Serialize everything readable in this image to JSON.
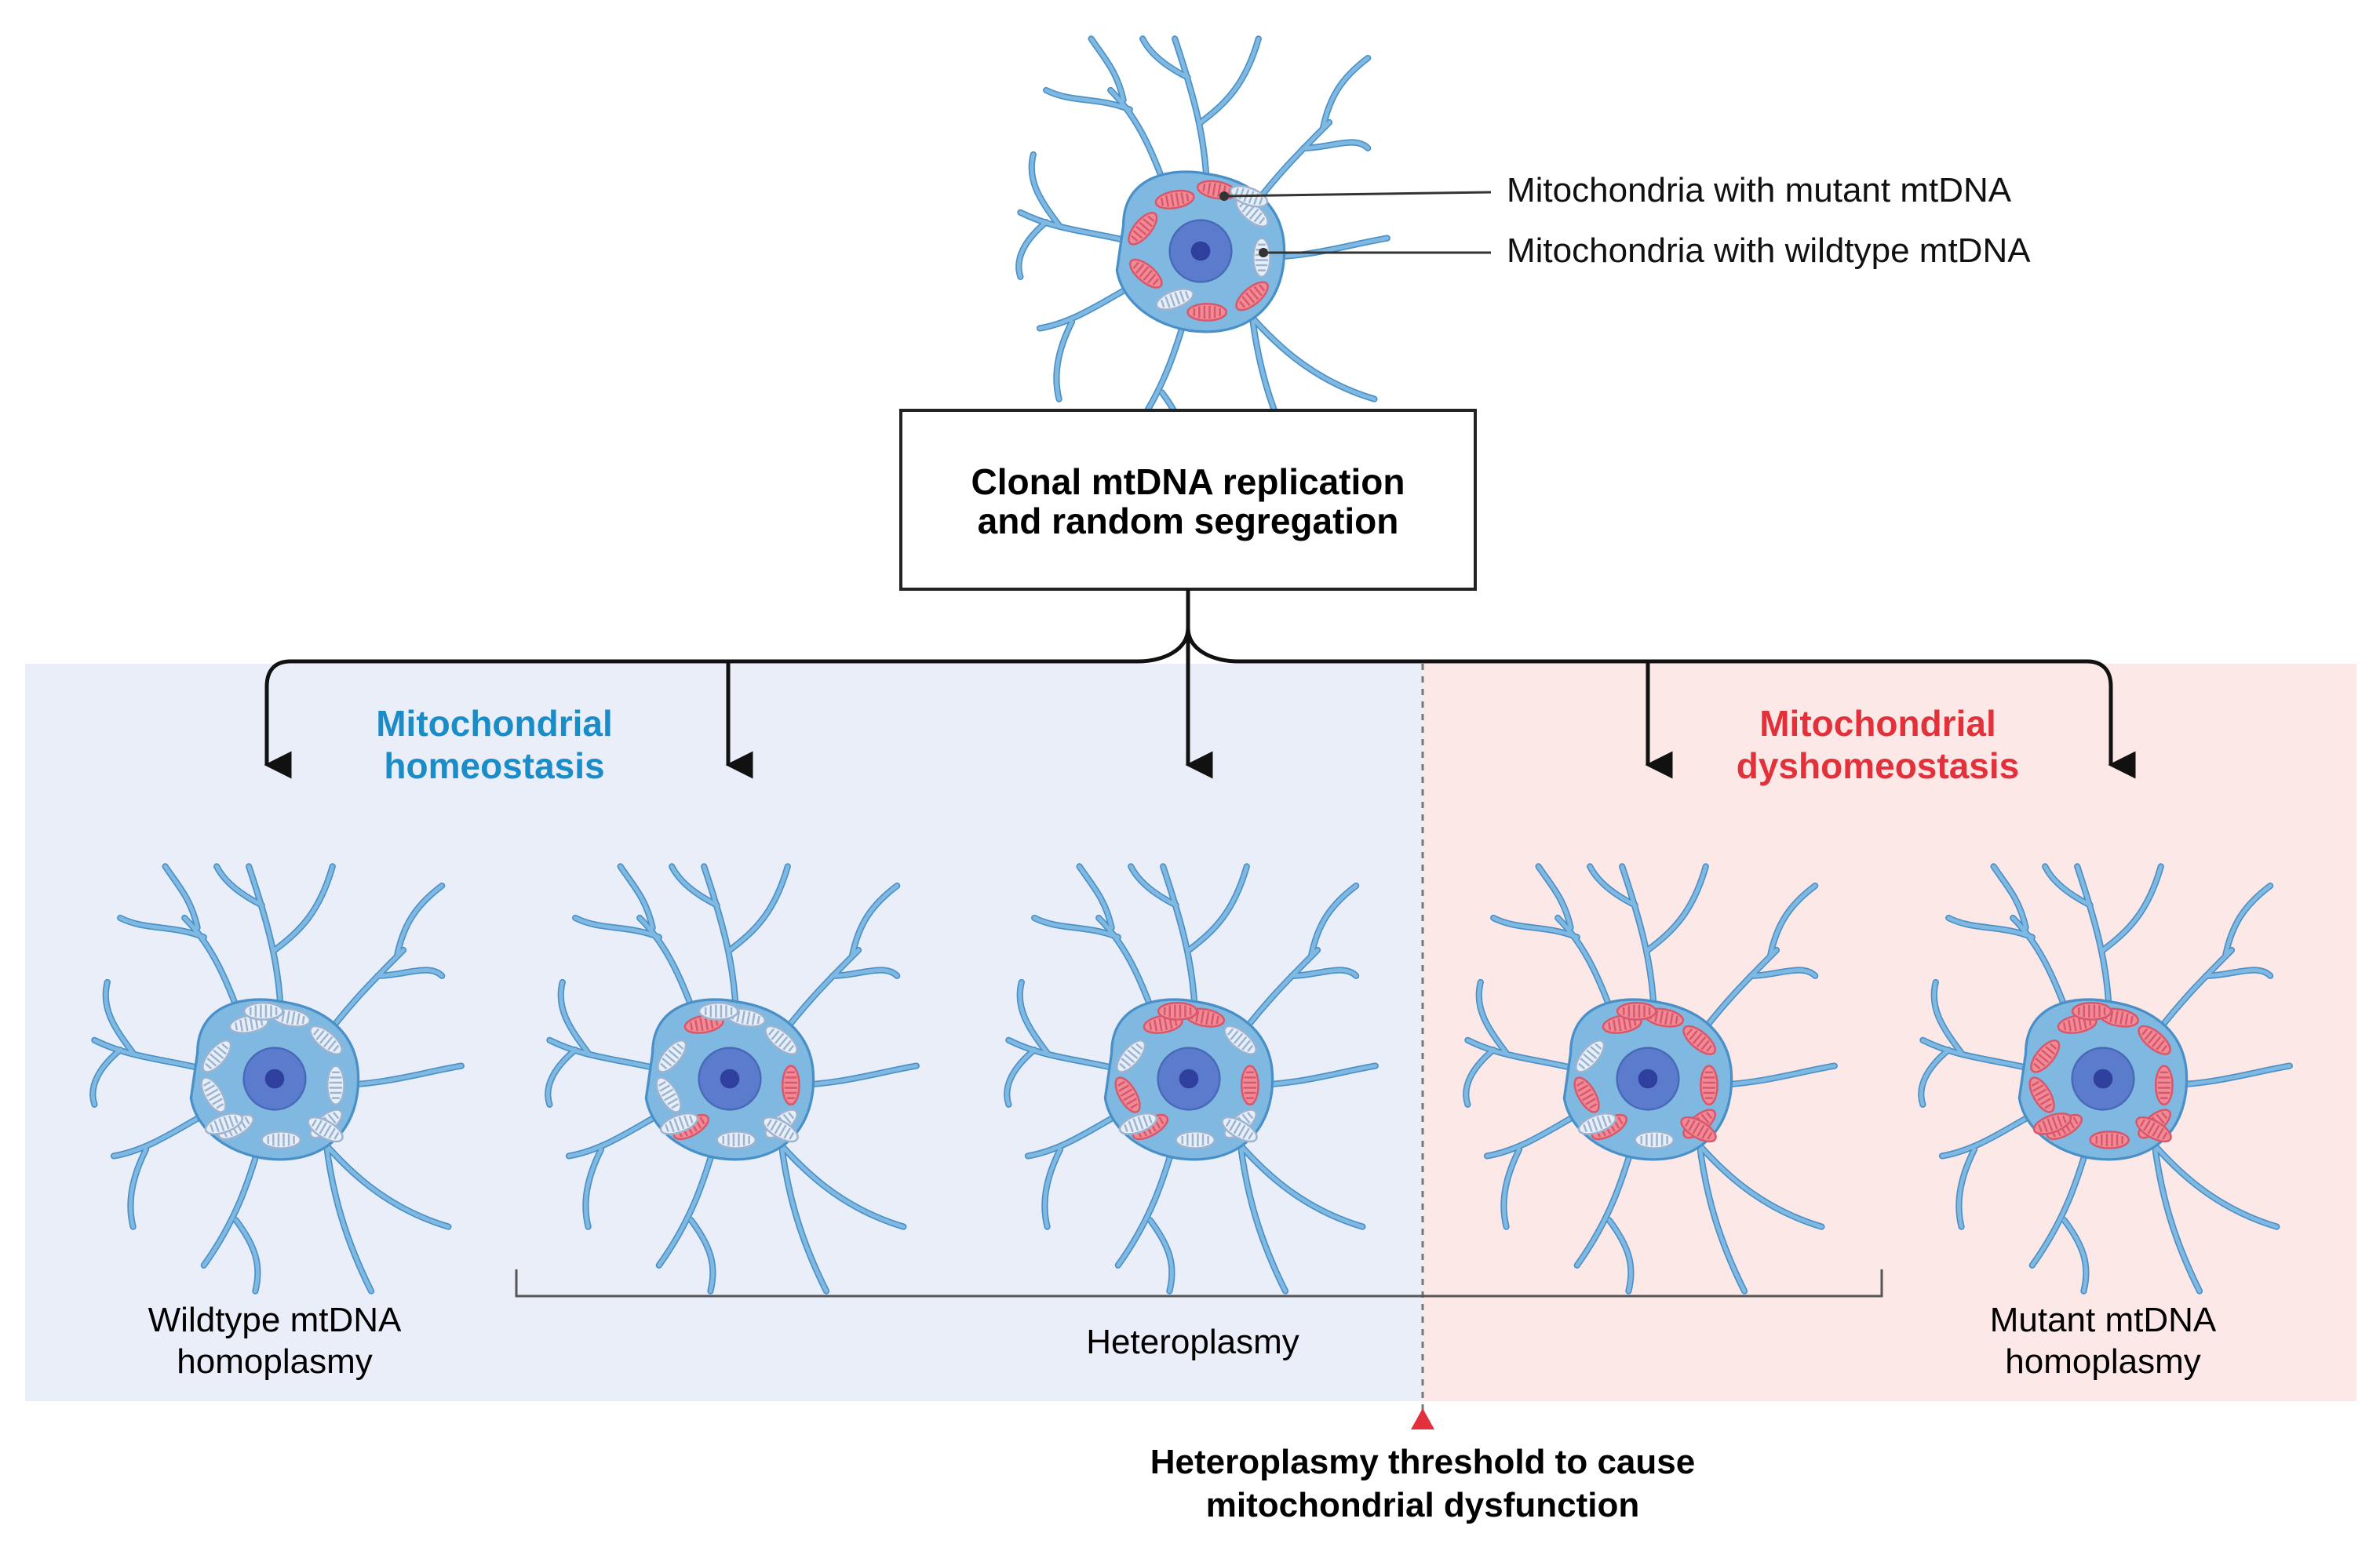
{
  "legend": {
    "mutant": "Mitochondria with mutant mtDNA",
    "wildtype": "Mitochondria with wildtype mtDNA"
  },
  "process_box": {
    "line1": "Clonal mtDNA replication",
    "line2": "and random segregation"
  },
  "regions": {
    "homeostasis": {
      "line1": "Mitochondrial",
      "line2": "homeostasis",
      "color": "#1a8cc8",
      "background": "#e9eef8"
    },
    "dyshomeostasis": {
      "line1": "Mitochondrial",
      "line2": "dyshomeostasis",
      "color": "#e2313a",
      "background": "#fce8e6"
    }
  },
  "cells": [
    {
      "id": "wildtype-homoplasmy",
      "mutant_fraction": 0
    },
    {
      "id": "low-heteroplasmy",
      "mutant_fraction": 0.25
    },
    {
      "id": "mid-heteroplasmy",
      "mutant_fraction": 0.5
    },
    {
      "id": "high-heteroplasmy",
      "mutant_fraction": 0.75
    },
    {
      "id": "mutant-homoplasmy",
      "mutant_fraction": 1
    }
  ],
  "cell_labels": {
    "wildtype": {
      "line1": "Wildtype mtDNA",
      "line2": "homoplasmy"
    },
    "heteroplasmy": "Heteroplasmy",
    "mutant": {
      "line1": "Mutant mtDNA",
      "line2": "homoplasmy"
    }
  },
  "threshold": {
    "line1": "Heteroplasmy threshold to cause",
    "line2": "mitochondrial dysfunction",
    "color": "#e2313a"
  },
  "colors": {
    "neuron": "#7fb8e0",
    "neuron_outline": "#4a90c8",
    "nucleus_outer": "#5b7ccc",
    "nucleus_inner": "#2e3f9e",
    "mito_mutant": "#f08a96",
    "mito_wildtype": "#e6eef8"
  }
}
